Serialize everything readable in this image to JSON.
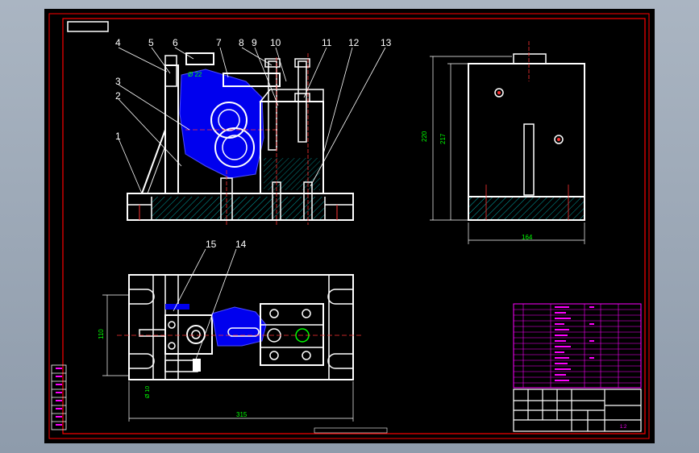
{
  "drawing": {
    "part_labels": [
      "1",
      "2",
      "3",
      "4",
      "5",
      "6",
      "7",
      "8",
      "9",
      "10",
      "11",
      "12",
      "13",
      "14",
      "15"
    ],
    "dimensions": {
      "front_dia": "Ø 22",
      "side_height_outer": "220",
      "side_height_inner": "217",
      "side_width": "164",
      "plan_height": "110",
      "plan_width": "315",
      "plan_dia": "Ø 10"
    },
    "title_block": {
      "drawing_name": "",
      "scale": "1:2"
    }
  },
  "colors": {
    "background": "#000000",
    "frame": "#ff0000",
    "outline": "#ffffff",
    "part_fill": "#0000ff",
    "dimension": "#00ff00",
    "centerline": "#ff0000",
    "table_grid": "#ff00ff",
    "hatch": "#00ffff"
  }
}
